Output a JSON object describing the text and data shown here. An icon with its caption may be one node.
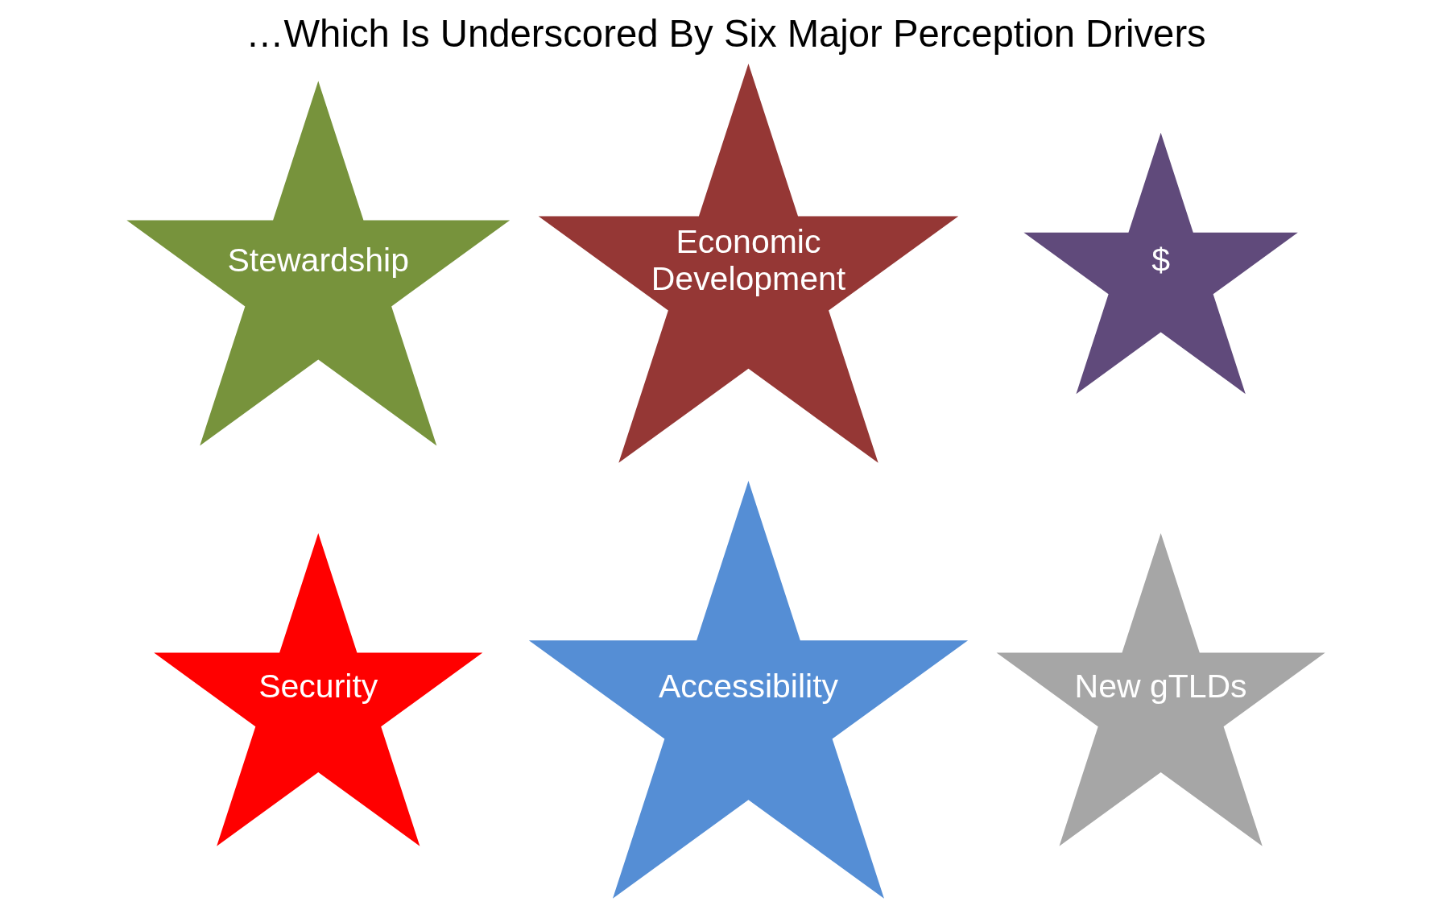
{
  "diagram": {
    "title": "…Which Is Underscored By Six Major Perception Drivers",
    "nodes": [
      {
        "text": [
          "Stewardship"
        ]
      },
      {
        "text": [
          "Economic Development"
        ]
      },
      {
        "text": [
          "$"
        ]
      },
      {
        "text": [
          "Security"
        ]
      },
      {
        "text": [
          "Accessibility"
        ]
      },
      {
        "text": [
          "New gTLDs"
        ]
      }
    ]
  }
}
